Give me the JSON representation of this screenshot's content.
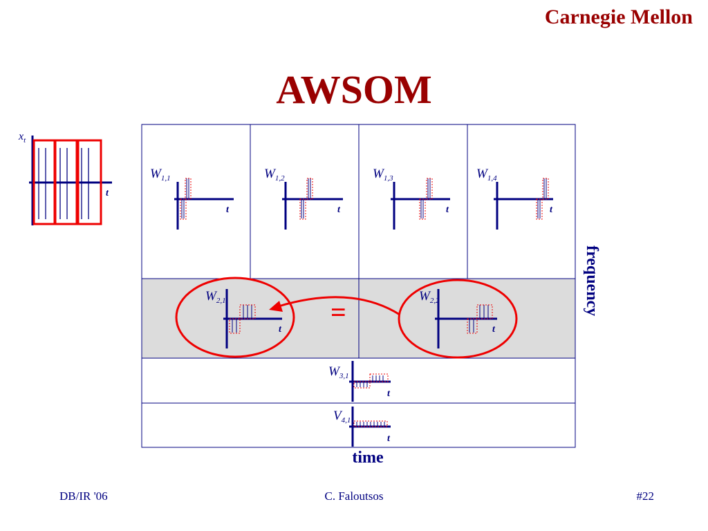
{
  "header": {
    "brand": "Carnegie Mellon",
    "title": "AWSOM"
  },
  "footer": {
    "left": "DB/IR '06",
    "center": "C. Faloutsos",
    "right": "#22"
  },
  "axes": {
    "time": "time",
    "frequency": "frequency",
    "t": "t"
  },
  "signal": {
    "label": "x",
    "sub": "t"
  },
  "coefficients": {
    "w11": {
      "sym": "W",
      "sub": "1,1"
    },
    "w12": {
      "sym": "W",
      "sub": "1,2"
    },
    "w13": {
      "sym": "W",
      "sub": "1,3"
    },
    "w14": {
      "sym": "W",
      "sub": "1,4"
    },
    "w21": {
      "sym": "W",
      "sub": "2,1"
    },
    "w22": {
      "sym": "W",
      "sub": "2,2"
    },
    "w31": {
      "sym": "W",
      "sub": "3,1"
    },
    "v41": {
      "sym": "V",
      "sub": "4,1"
    }
  },
  "equals": "=",
  "colors": {
    "brand": "#990000",
    "navy": "#000080",
    "highlight": "#ee0000",
    "shaded_row": "#dcdcdc"
  }
}
